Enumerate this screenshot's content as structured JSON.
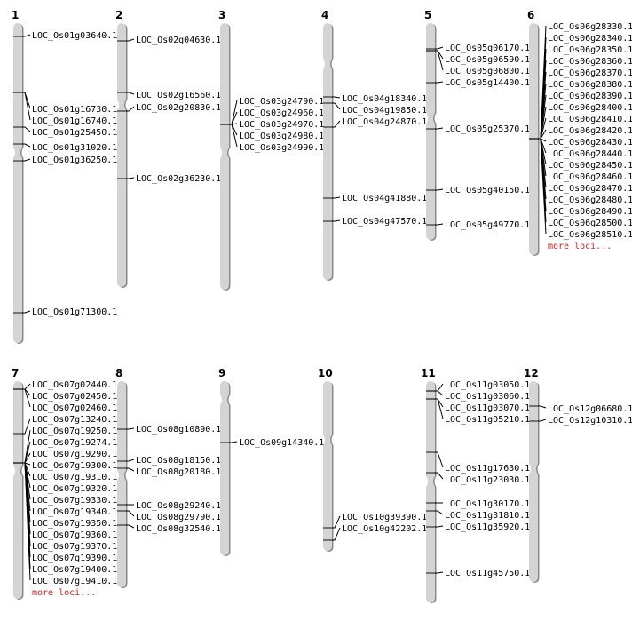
{
  "title": "Rice chromosome loci map",
  "colors": {
    "chromosome_fill": "#d4d4d4",
    "chromosome_shadow": "#8a8a8a",
    "marker": "#555555",
    "label": "#000000",
    "more_link": "#cc2222"
  },
  "more_loci_label": "more loci...",
  "chromosomes": [
    {
      "name": "1",
      "loci": [
        "LOC_Os01g03640.1",
        "LOC_Os01g16730.1",
        "LOC_Os01g16740.1",
        "LOC_Os01g25450.1",
        "LOC_Os01g31020.1",
        "LOC_Os01g36250.1",
        "LOC_Os01g71300.1"
      ],
      "more": false
    },
    {
      "name": "2",
      "loci": [
        "LOC_Os02g04630.1",
        "LOC_Os02g16560.1",
        "LOC_Os02g20830.1",
        "LOC_Os02g36230.1"
      ],
      "more": false
    },
    {
      "name": "3",
      "loci": [
        "LOC_Os03g24790.1",
        "LOC_Os03g24960.1",
        "LOC_Os03g24970.1",
        "LOC_Os03g24980.1",
        "LOC_Os03g24990.1"
      ],
      "more": false
    },
    {
      "name": "4",
      "loci": [
        "LOC_Os04g18340.1",
        "LOC_Os04g19850.1",
        "LOC_Os04g24870.1",
        "LOC_Os04g41880.1",
        "LOC_Os04g47570.1"
      ],
      "more": false
    },
    {
      "name": "5",
      "loci": [
        "LOC_Os05g06170.1",
        "LOC_Os05g06590.1",
        "LOC_Os05g06800.1",
        "LOC_Os05g14400.1",
        "LOC_Os05g25370.1",
        "LOC_Os05g40150.1",
        "LOC_Os05g49770.1"
      ],
      "more": false
    },
    {
      "name": "6",
      "loci": [
        "LOC_Os06g28330.1",
        "LOC_Os06g28340.1",
        "LOC_Os06g28350.1",
        "LOC_Os06g28360.1",
        "LOC_Os06g28370.1",
        "LOC_Os06g28380.1",
        "LOC_Os06g28390.1",
        "LOC_Os06g28400.1",
        "LOC_Os06g28410.1",
        "LOC_Os06g28420.1",
        "LOC_Os06g28430.1",
        "LOC_Os06g28440.1",
        "LOC_Os06g28450.1",
        "LOC_Os06g28460.1",
        "LOC_Os06g28470.1",
        "LOC_Os06g28480.1",
        "LOC_Os06g28490.1",
        "LOC_Os06g28500.1",
        "LOC_Os06g28510.1"
      ],
      "more": true
    },
    {
      "name": "7",
      "loci": [
        "LOC_Os07g02440.1",
        "LOC_Os07g02450.1",
        "LOC_Os07g02460.1",
        "LOC_Os07g13240.1",
        "LOC_Os07g19250.1",
        "LOC_Os07g19274.1",
        "LOC_Os07g19290.1",
        "LOC_Os07g19300.1",
        "LOC_Os07g19310.1",
        "LOC_Os07g19320.1",
        "LOC_Os07g19330.1",
        "LOC_Os07g19340.1",
        "LOC_Os07g19350.1",
        "LOC_Os07g19360.1",
        "LOC_Os07g19370.1",
        "LOC_Os07g19390.1",
        "LOC_Os07g19400.1",
        "LOC_Os07g19410.1"
      ],
      "more": true
    },
    {
      "name": "8",
      "loci": [
        "LOC_Os08g10890.1",
        "LOC_Os08g18150.1",
        "LOC_Os08g20180.1",
        "LOC_Os08g29240.1",
        "LOC_Os08g29790.1",
        "LOC_Os08g32540.1"
      ],
      "more": false
    },
    {
      "name": "9",
      "loci": [
        "LOC_Os09g14340.1"
      ],
      "more": false
    },
    {
      "name": "10",
      "loci": [
        "LOC_Os10g39390.1",
        "LOC_Os10g42202.1"
      ],
      "more": false
    },
    {
      "name": "11",
      "loci": [
        "LOC_Os11g03050.1",
        "LOC_Os11g03060.1",
        "LOC_Os11g03070.1",
        "LOC_Os11g05210.1",
        "LOC_Os11g17630.1",
        "LOC_Os11g23030.1",
        "LOC_Os11g30170.1",
        "LOC_Os11g31810.1",
        "LOC_Os11g35920.1",
        "LOC_Os11g45750.1"
      ],
      "more": false
    },
    {
      "name": "12",
      "loci": [
        "LOC_Os12g06680.1",
        "LOC_Os12g10310.1"
      ],
      "more": false
    }
  ]
}
